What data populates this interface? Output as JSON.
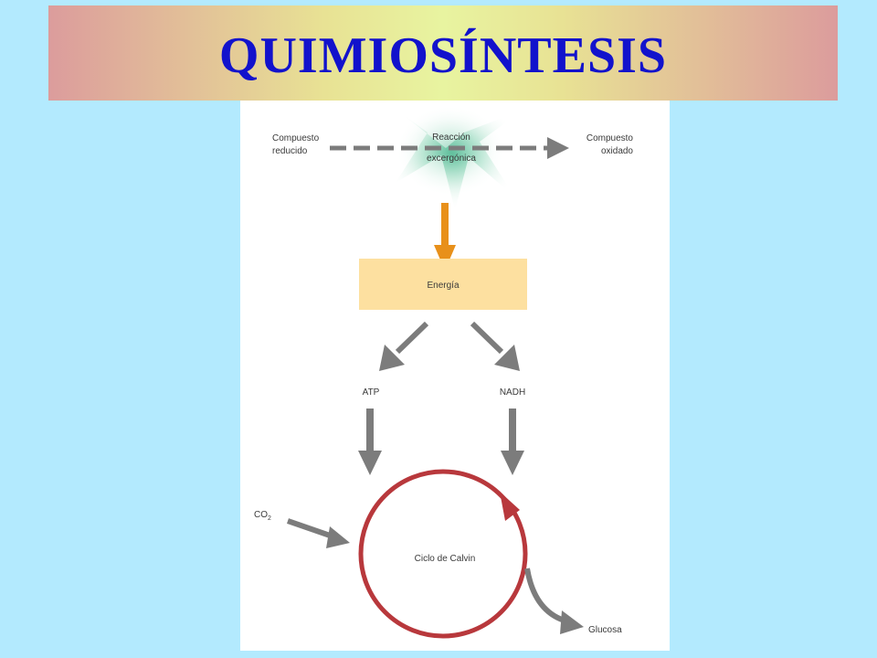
{
  "title": "QUIMIOSÍNTESIS",
  "diagram": {
    "reduced_compound": [
      "Compuesto",
      "reducido"
    ],
    "reaction": [
      "Reacción",
      "excergónica"
    ],
    "oxidized_compound": [
      "Compuesto",
      "oxidado"
    ],
    "energy": "Energía",
    "atp": "ATP",
    "nadh": "NADH",
    "co2_main": "CO",
    "co2_sub": "2",
    "cycle": "Ciclo de Calvin",
    "glucose": "Glucosa"
  },
  "colors": {
    "title_text": "#1212cc",
    "background": "#b3eafe",
    "energy_box": "#fde0a0",
    "energy_arrow": "#e8901a",
    "gray_arrow": "#7c7c7c",
    "cycle": "#b8383c",
    "glow": "#6cc8a4"
  }
}
